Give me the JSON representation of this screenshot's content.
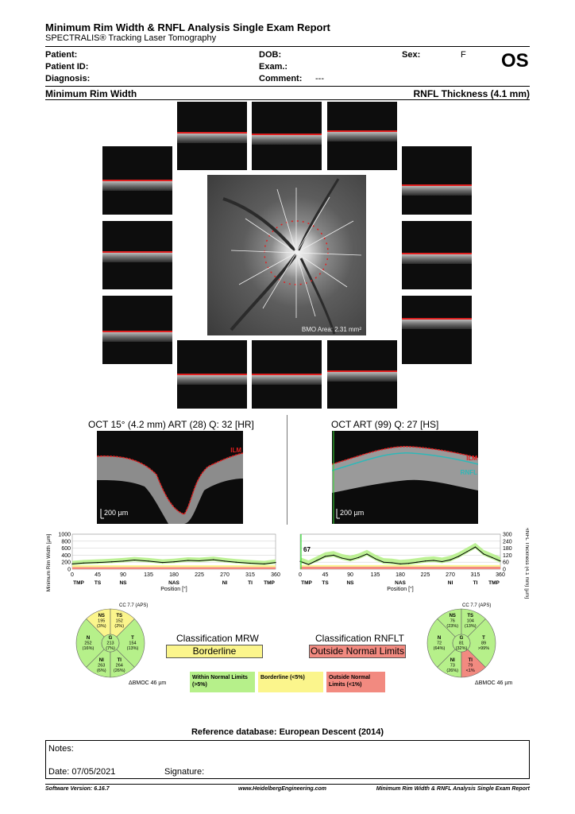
{
  "report": {
    "title": "Minimum Rim Width & RNFL Analysis Single Exam Report",
    "subtitle": "SPECTRALIS® Tracking Laser Tomography"
  },
  "patient": {
    "patient_label": "Patient:",
    "patient_id_label": "Patient ID:",
    "diagnosis_label": "Diagnosis:",
    "dob_label": "DOB:",
    "exam_label": "Exam.:",
    "comment_label": "Comment:",
    "comment_value": "---",
    "sex_label": "Sex:",
    "sex_value": "F",
    "eye": "OS"
  },
  "sections": {
    "mrw_title": "Minimum Rim Width",
    "rnfl_title": "RNFL Thickness (4.1 mm)"
  },
  "fundus": {
    "bmo_area": "BMO Area: 2.31 mm²"
  },
  "oct": {
    "left_title": "OCT 15° (4.2 mm) ART (28) Q: 32 [HR]",
    "right_title": "OCT ART (99) Q: 27 [HS]",
    "scale_left": "200 µm",
    "scale_right": "200 µm",
    "ilm_label": "ILM",
    "ilm_label_right": "ILM",
    "rnfl_label": "RNFL"
  },
  "chart_data": [
    {
      "type": "line",
      "ylabel": "Minimum Rim Width [µm]",
      "xlabel": "Position [°]",
      "ylim": [
        0,
        1000
      ],
      "yticks": [
        "1000",
        "800",
        "600",
        "400",
        "200",
        "0"
      ],
      "xticks": [
        "0",
        "45",
        "90",
        "135",
        "180",
        "225",
        "270",
        "315",
        "360"
      ],
      "sector_labels": [
        "TMP",
        "TS",
        "NS",
        "NAS",
        "NI",
        "TI",
        "TMP"
      ],
      "series": [
        {
          "x": [
            0,
            20,
            45,
            70,
            90,
            110,
            135,
            160,
            180,
            205,
            225,
            250,
            270,
            290,
            315,
            340,
            360
          ],
          "values": [
            150,
            175,
            190,
            210,
            230,
            260,
            230,
            190,
            210,
            250,
            240,
            270,
            230,
            200,
            170,
            150,
            190
          ]
        }
      ]
    },
    {
      "type": "line",
      "ylabel": "RNFL Thickness (4.1 mm) [µm]",
      "xlabel": "Position [°]",
      "ylim": [
        0,
        300
      ],
      "yticks": [
        "300",
        "240",
        "180",
        "120",
        "60",
        "0"
      ],
      "xticks": [
        "0",
        "45",
        "90",
        "135",
        "180",
        "225",
        "270",
        "315",
        "360"
      ],
      "sector_labels": [
        "TMP",
        "TS",
        "NS",
        "NAS",
        "NI",
        "TI",
        "TMP"
      ],
      "marker_value": "67",
      "series": [
        {
          "x": [
            0,
            15,
            30,
            45,
            60,
            75,
            90,
            105,
            120,
            135,
            150,
            165,
            180,
            195,
            210,
            225,
            240,
            255,
            270,
            285,
            300,
            315,
            330,
            345,
            360
          ],
          "values": [
            67,
            40,
            75,
            110,
            120,
            95,
            80,
            100,
            130,
            90,
            60,
            55,
            45,
            50,
            60,
            70,
            75,
            65,
            80,
            110,
            150,
            190,
            130,
            100,
            70
          ]
        }
      ]
    }
  ],
  "mrw_pie": {
    "cc": "CC 7.7 (APS)",
    "delta": "Δ",
    "delta_text": "BMOC 46 µm",
    "sectors": {
      "NS": {
        "label": "NS",
        "value": "195",
        "pct": "(3%)"
      },
      "TS": {
        "label": "TS",
        "value": "152",
        "pct": "(2%)"
      },
      "N": {
        "label": "N",
        "value": "252",
        "pct": "(16%)"
      },
      "T": {
        "label": "T",
        "value": "154",
        "pct": "(13%)"
      },
      "NI": {
        "label": "NI",
        "value": "263",
        "pct": "(6%)"
      },
      "TI": {
        "label": "TI",
        "value": "264",
        "pct": "(26%)"
      },
      "G": {
        "label": "G",
        "value": "213",
        "pct": "(7%)"
      }
    }
  },
  "rnfl_pie": {
    "cc": "CC 7.7 (APS)",
    "delta": "Δ",
    "delta_text": "BMOC 46 µm",
    "sectors": {
      "NS": {
        "label": "NS",
        "value": "76",
        "pct": "(23%)"
      },
      "TS": {
        "label": "TS",
        "value": "104",
        "pct": "(13%)"
      },
      "N": {
        "label": "N",
        "value": "72",
        "pct": "(64%)"
      },
      "T": {
        "label": "T",
        "value": "89",
        "pct": ">99%"
      },
      "NI": {
        "label": "NI",
        "value": "73",
        "pct": "(26%)"
      },
      "TI": {
        "label": "TI",
        "value": "79",
        "pct": "<1%"
      },
      "G": {
        "label": "G",
        "value": "81",
        "pct": "(32%)"
      }
    }
  },
  "classification": {
    "mrw_title": "Classification MRW",
    "mrw_value": "Borderline",
    "rnflt_title": "Classification RNFLT",
    "rnflt_value": "Outside Normal Limits"
  },
  "legend": {
    "within": "Within Normal Limits (>5%)",
    "borderline": "Borderline (<5%)",
    "outside": "Outside Normal Limits (<1%)"
  },
  "reference": {
    "text": "Reference database: European Descent (2014)"
  },
  "notes": {
    "notes_label": "Notes:",
    "date_label": "Date: 07/05/2021",
    "signature_label": "Signature:"
  },
  "footer": {
    "version": "Software Version: 6.16.7",
    "website": "www.HeidelbergEngineering.com",
    "report_name": "Minimum Rim Width & RNFL Analysis Single Exam Report"
  },
  "colors": {
    "normal": "#b6f08a",
    "borderline": "#fbf58c",
    "outside": "#f28a80",
    "ilm": "#e02020"
  }
}
